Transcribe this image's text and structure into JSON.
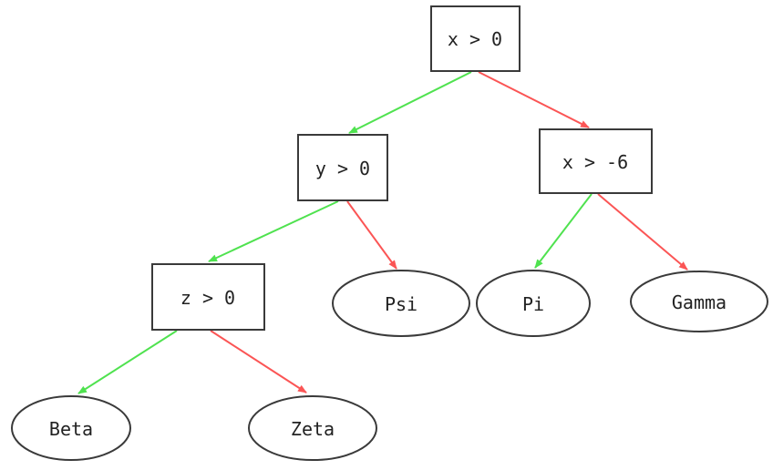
{
  "diagram": {
    "type": "binary-decision-tree",
    "background": "#ffffff",
    "colors": {
      "true_branch": "#4fe24f",
      "false_branch": "#fb5555",
      "node_border": "#3a3a3a",
      "node_fill": "#ffffff",
      "text": "#222222"
    },
    "nodes": [
      {
        "id": "x0",
        "label": "x > 0",
        "kind": "decision",
        "shape": "rect"
      },
      {
        "id": "y0",
        "label": "y > 0",
        "kind": "decision",
        "shape": "rect"
      },
      {
        "id": "xm6",
        "label": "x > -6",
        "kind": "decision",
        "shape": "rect"
      },
      {
        "id": "z0",
        "label": "z > 0",
        "kind": "decision",
        "shape": "rect"
      },
      {
        "id": "psi",
        "label": "Psi",
        "kind": "leaf",
        "shape": "ellipse"
      },
      {
        "id": "pi",
        "label": "Pi",
        "kind": "leaf",
        "shape": "ellipse"
      },
      {
        "id": "gamma",
        "label": "Gamma",
        "kind": "leaf",
        "shape": "ellipse"
      },
      {
        "id": "beta",
        "label": "Beta",
        "kind": "leaf",
        "shape": "ellipse"
      },
      {
        "id": "zeta",
        "label": "Zeta",
        "kind": "leaf",
        "shape": "ellipse"
      }
    ],
    "edges": [
      {
        "from": "x > 0",
        "to": "y > 0",
        "branch": "true"
      },
      {
        "from": "x > 0",
        "to": "x > -6",
        "branch": "false"
      },
      {
        "from": "y > 0",
        "to": "z > 0",
        "branch": "true"
      },
      {
        "from": "y > 0",
        "to": "Psi",
        "branch": "false"
      },
      {
        "from": "x > -6",
        "to": "Pi",
        "branch": "true"
      },
      {
        "from": "x > -6",
        "to": "Gamma",
        "branch": "false"
      },
      {
        "from": "z > 0",
        "to": "Beta",
        "branch": "true"
      },
      {
        "from": "z > 0",
        "to": "Zeta",
        "branch": "false"
      }
    ]
  }
}
